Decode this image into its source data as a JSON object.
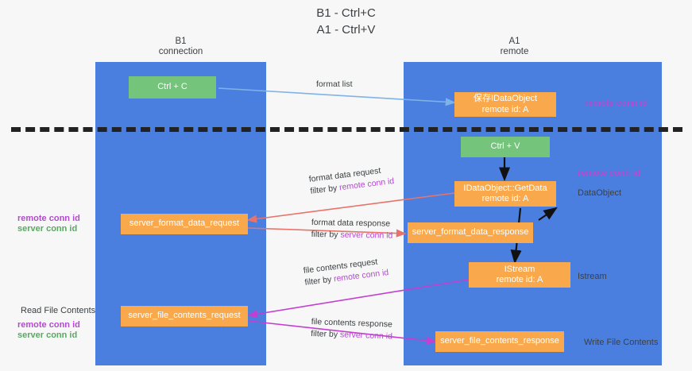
{
  "title": {
    "line1": "B1 - Ctrl+C",
    "line2": "A1 - Ctrl+V"
  },
  "lanes": [
    {
      "name": "B1",
      "sub": "connection"
    },
    {
      "name": "A1",
      "sub": "remote"
    }
  ],
  "nodes": {
    "ctrl_c": {
      "line1": "Ctrl + C",
      "line2": "",
      "color": "#74c47c"
    },
    "ctrl_v": {
      "line1": "Ctrl + V",
      "line2": "",
      "color": "#74c47c"
    },
    "save_dataobject": {
      "line1": "保存IDataObject",
      "line2": "remote id: A",
      "color": "#f9a94c"
    },
    "getdata": {
      "line1": "IDataObject::GetData",
      "line2": "remote id: A",
      "color": "#f9a94c"
    },
    "istream": {
      "line1": "IStream",
      "line2": "remote id: A",
      "color": "#f9a94c"
    },
    "fmt_request": {
      "line1": "server_format_data_request",
      "line2": "",
      "color": "#f9a94c"
    },
    "fmt_response": {
      "line1": "server_format_data_response",
      "line2": "",
      "color": "#f9a94c"
    },
    "file_request": {
      "line1": "server_file_contents_request",
      "line2": "",
      "color": "#f9a94c"
    },
    "file_response": {
      "line1": "server_file_contents_response",
      "line2": "",
      "color": "#f9a94c"
    }
  },
  "edges": [
    {
      "id": "format-list",
      "line1": "format list",
      "prefix": "",
      "key": ""
    },
    {
      "id": "format-data-request",
      "line1": "format data request",
      "prefix": "filter by ",
      "key": "remote conn id"
    },
    {
      "id": "format-data-response",
      "line1": "format data response",
      "prefix": "filter by ",
      "key": "server conn id"
    },
    {
      "id": "file-contents-request",
      "line1": "file contents request",
      "prefix": "filter by ",
      "key": "remote conn id"
    },
    {
      "id": "file-contents-response",
      "line1": "file contents response",
      "prefix": "filter by ",
      "key": "server conn id"
    }
  ],
  "annotations": {
    "right_top_remote": "remote conn id",
    "right_mid_remote": "remote conn id",
    "dataobject": "DataObject",
    "istream": "Istream",
    "write_file": "Write File Contents",
    "left_remote": "remote conn id",
    "left_server": "server conn id",
    "read_file": "Read File Contents",
    "left_remote2": "remote conn id",
    "left_server2": "server conn id"
  },
  "colors": {
    "lane": "#4a7fe0",
    "orange": "#f9a94c",
    "green": "#74c47c",
    "purple": "#b44ad0",
    "green_text": "#5aa862",
    "arrow_blue": "#7fb3e8",
    "arrow_red": "#e8736a",
    "arrow_magenta": "#c43fd0",
    "arrow_black": "#111111",
    "background": "#f7f7f7"
  }
}
